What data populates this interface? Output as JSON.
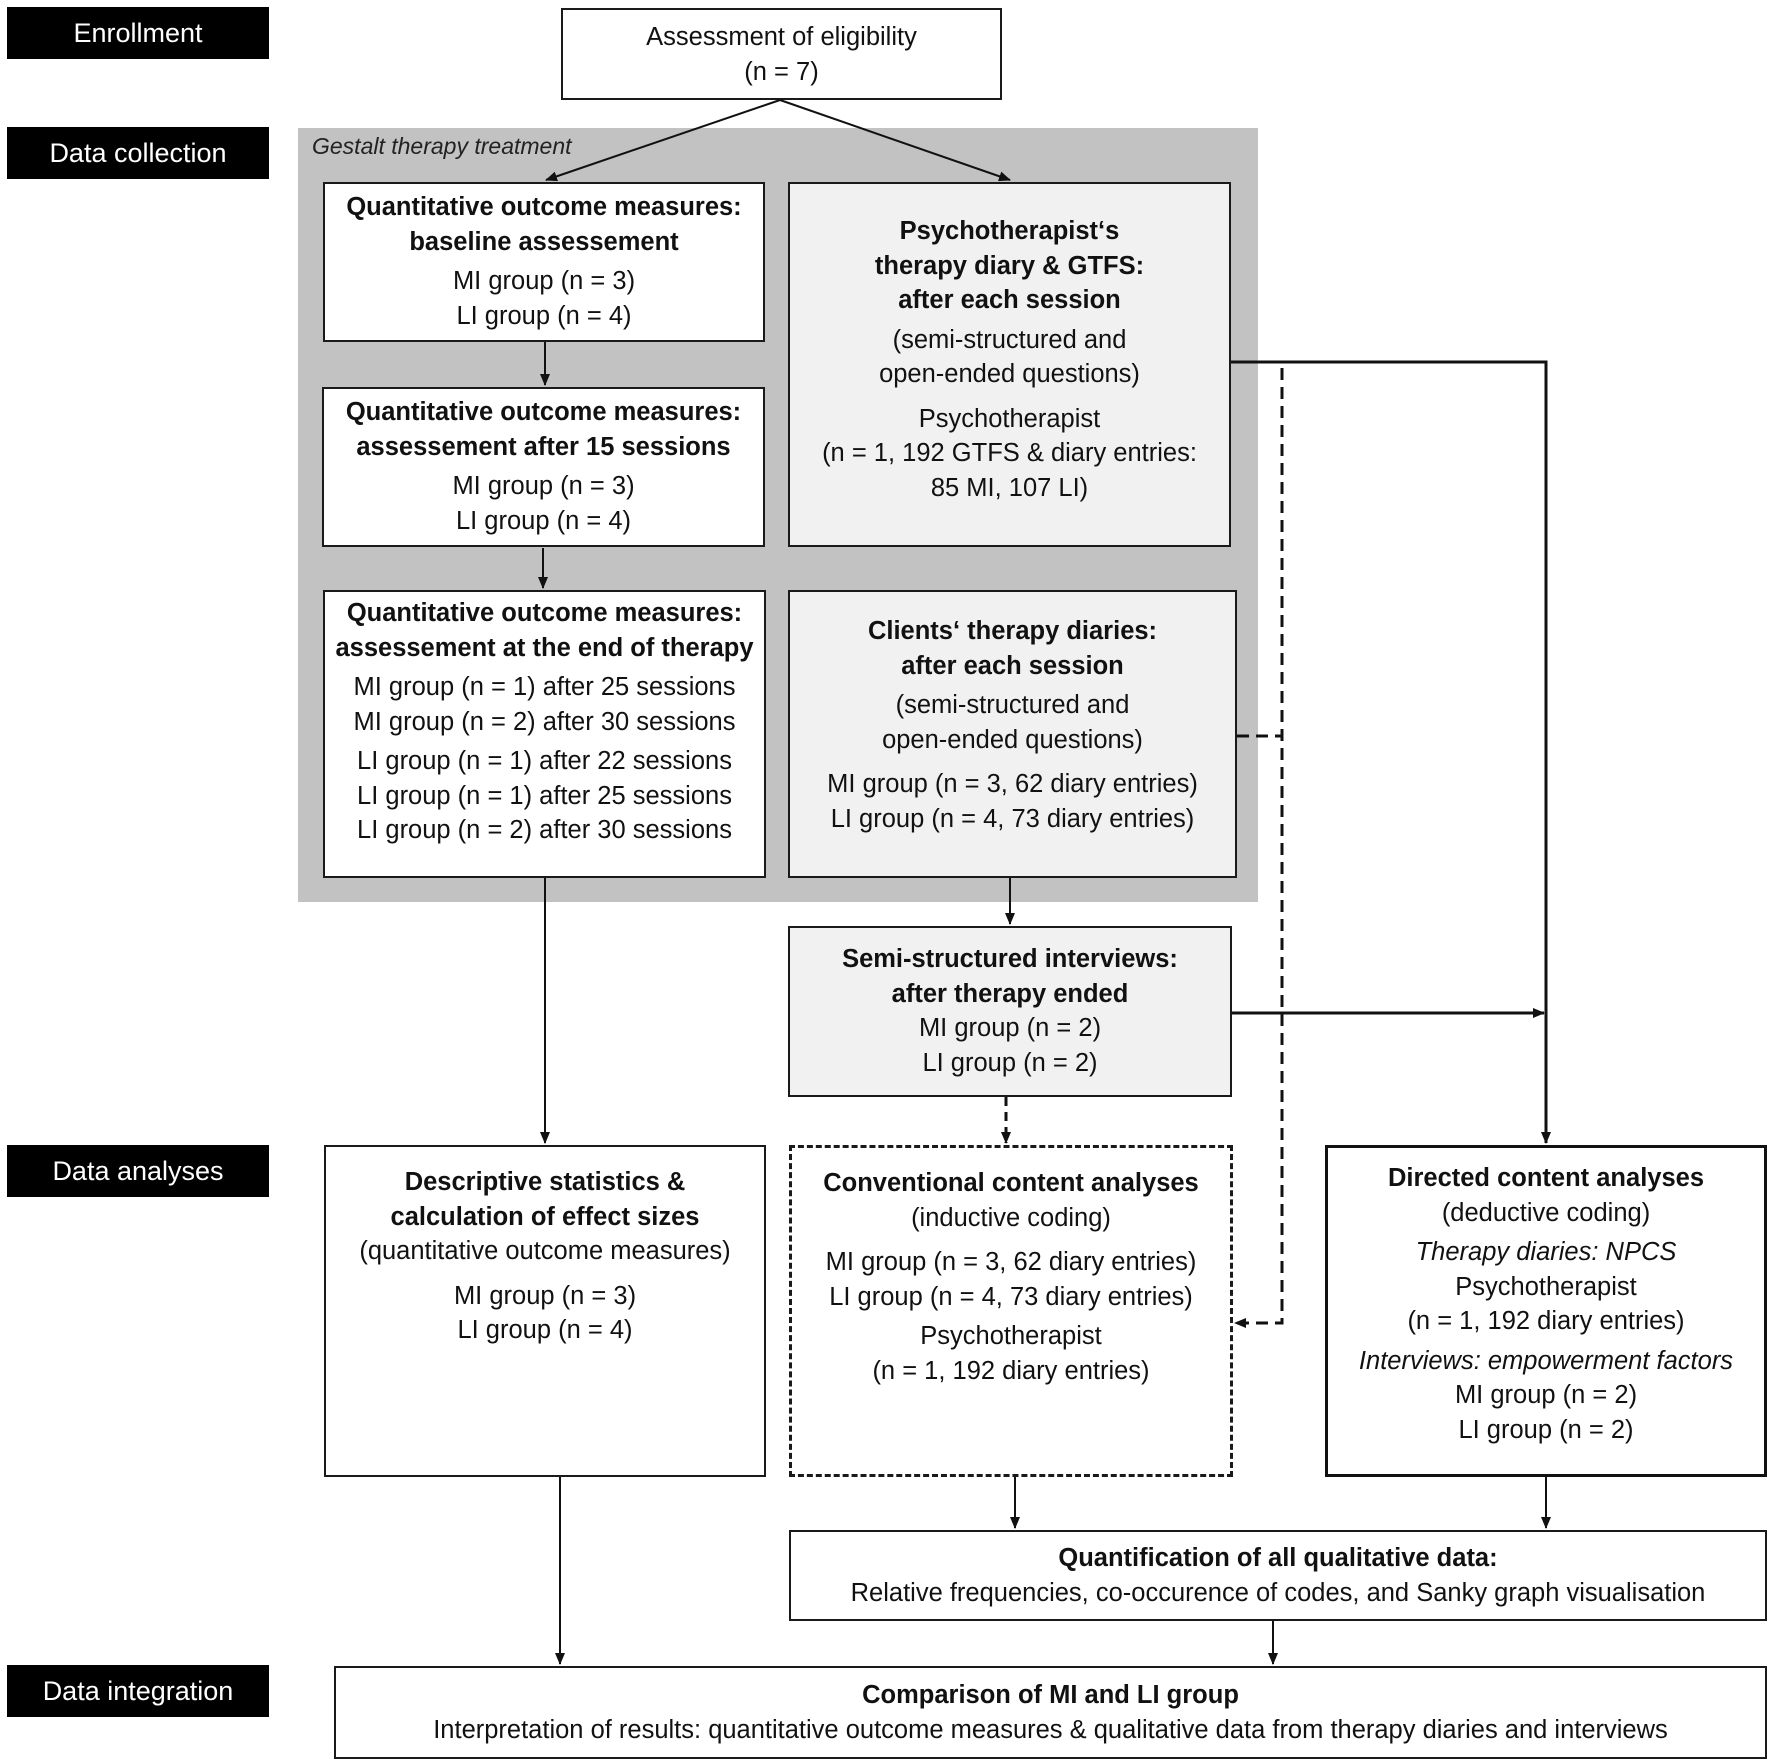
{
  "phases": {
    "enrollment": "Enrollment",
    "data_collection": "Data collection",
    "data_analyses": "Data analyses",
    "data_integration": "Data integration"
  },
  "gray_panel_title": "Gestalt therapy treatment",
  "eligibility": {
    "line1": "Assessment of eligibility",
    "line2": "(n = 7)"
  },
  "baseline": {
    "title1": "Quantitative outcome measures:",
    "title2": "baseline assessement",
    "mi": "MI group (n = 3)",
    "li": "LI group (n = 4)"
  },
  "after15": {
    "title1": "Quantitative outcome measures:",
    "title2": "assessement after 15 sessions",
    "mi": "MI group (n = 3)",
    "li": "LI group (n = 4)"
  },
  "end_therapy": {
    "title1": "Quantitative outcome measures:",
    "title2": "assessement at the end of therapy",
    "lines": [
      "MI group (n = 1) after 25 sessions",
      "MI group (n = 2) after 30 sessions",
      "LI group (n = 1) after 22 sessions",
      "LI group (n = 1) after 25 sessions",
      "LI group (n = 2) after 30 sessions"
    ]
  },
  "psy_diary": {
    "title1": "Psychotherapist‘s",
    "title2": "therapy diary & GTFS:",
    "title3": "after each session",
    "sub1": "(semi-structured and",
    "sub2": "open-ended questions)",
    "p1": "Psychotherapist",
    "p2": "(n = 1, 192 GTFS & diary entries:",
    "p3": "85 MI, 107 LI)"
  },
  "client_diary": {
    "title1": "Clients‘ therapy diaries:",
    "title2": "after each session",
    "sub1": "(semi-structured and",
    "sub2": "open-ended questions)",
    "mi": "MI group (n = 3, 62 diary entries)",
    "li": "LI group (n = 4, 73 diary entries)"
  },
  "interviews": {
    "title1": "Semi-structured interviews:",
    "title2": "after therapy ended",
    "mi": "MI group (n = 2)",
    "li": "LI group (n = 2)"
  },
  "descriptive": {
    "title1": "Descriptive statistics &",
    "title2": "calculation of effect sizes",
    "sub": "(quantitative outcome measures)",
    "mi": "MI group (n = 3)",
    "li": "LI group (n = 4)"
  },
  "conventional": {
    "title": "Conventional content analyses",
    "sub": "(inductive coding)",
    "mi": "MI group (n = 3, 62 diary entries)",
    "li": "LI group (n = 4, 73 diary entries)",
    "p1": "Psychotherapist",
    "p2": "(n = 1, 192 diary entries)"
  },
  "directed": {
    "title": "Directed content analyses",
    "sub": "(deductive coding)",
    "diaries_label": "Therapy diaries: NPCS",
    "p1": "Psychotherapist",
    "p2": "(n = 1, 192 diary entries)",
    "interviews_label": "Interviews: empowerment factors",
    "mi": "MI group (n = 2)",
    "li": "LI group (n = 2)"
  },
  "quantification": {
    "title": "Quantification of all qualitative data:",
    "sub": "Relative frequencies, co-occurence of codes, and Sanky graph visualisation"
  },
  "comparison": {
    "title": "Comparison of MI and LI group",
    "sub": "Interpretation of results: quantitative outcome measures & qualitative data from therapy diaries and interviews"
  }
}
